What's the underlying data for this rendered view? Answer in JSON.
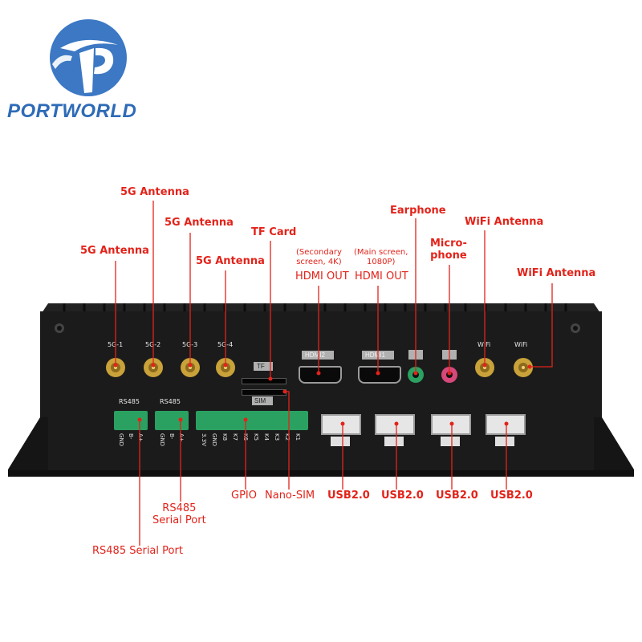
{
  "brand": {
    "name": "PORTWORLD",
    "color": "#2e6bb7"
  },
  "callouts": {
    "antenna_5g_1": "5G Antenna",
    "antenna_5g_2": "5G Antenna",
    "antenna_5g_3": "5G Antenna",
    "antenna_5g_4": "5G Antenna",
    "tf_card": "TF Card",
    "hdmi2_note": "(Secondary\nscreen, 4K)",
    "hdmi2_title": "HDMI OUT",
    "hdmi1_note": "(Main screen,\n1080P)",
    "hdmi1_title": "HDMI OUT",
    "earphone": "Earphone",
    "microphone": "Micro-\nphone",
    "wifi_1": "WiFi Antenna",
    "wifi_2": "WiFi Antenna",
    "gpio": "GPIO",
    "nano_sim": "Nano-SIM",
    "usb_1": "USB2.0",
    "usb_2": "USB2.0",
    "usb_3": "USB2.0",
    "usb_4": "USB2.0",
    "rs485_port_a": "RS485\nSerial Port",
    "rs485_port_b": "RS485 Serial Port"
  },
  "panel_labels": {
    "ant1": "5G-1",
    "ant2": "5G-2",
    "ant3": "5G-3",
    "ant4": "5G-4",
    "tf": "TF",
    "sim": "SIM",
    "hdmi2": "HDMI2",
    "hdmi1": "HDMI1",
    "wifi1": "WiFi",
    "wifi2": "WiFi",
    "rs485_a": "RS485",
    "rs485_b": "RS485",
    "rs485_a_pins": [
      "GND",
      "B-",
      "A+"
    ],
    "rs485_b_pins": [
      "GND",
      "B-",
      "A+"
    ],
    "gpio_pins": [
      "3.3V",
      "GND",
      "K8",
      "K7",
      "K6",
      "K5",
      "K4",
      "K3",
      "K2",
      "K1"
    ]
  },
  "colors": {
    "callout": "#e2231a",
    "chassis": "#1b1b1b",
    "terminal": "#2aa160",
    "gold": "#c9a23a"
  }
}
